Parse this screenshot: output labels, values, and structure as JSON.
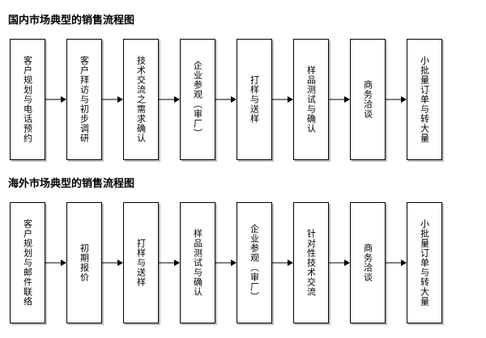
{
  "page": {
    "background_color": "#ffffff",
    "text_color": "#000000"
  },
  "sections": [
    {
      "title": "国内市场典型的销售流程图",
      "nodes": [
        "客户规划与电话预约",
        "客户拜访与初步调研",
        "技术交流之需求确认",
        "企业参观（审厂）",
        "打样与送样",
        "样品测试与确认",
        "商务洽谈",
        "小批量订单与转大量"
      ]
    },
    {
      "title": "海外市场典型的销售流程图",
      "nodes": [
        "客户规划与邮件联络",
        "初期报价",
        "打样与送样",
        "样品测试与确认",
        "企业参观（审厂）",
        "针对性技术交流",
        "商务洽谈",
        "小批量订单与转大量"
      ]
    }
  ],
  "arrow": {
    "icon": "arrow-right-icon",
    "count_per_row": 7
  }
}
